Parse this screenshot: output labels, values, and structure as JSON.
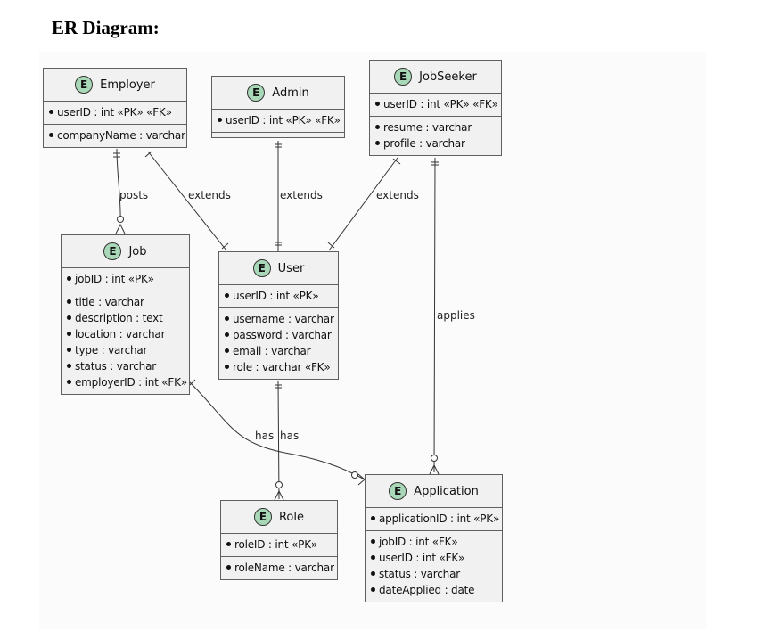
{
  "heading": "ER Diagram:",
  "entities": {
    "employer": {
      "badge": "E",
      "name": "Employer",
      "keys": [
        "userID : int «PK» «FK»"
      ],
      "attrs": [
        "companyName : varchar"
      ]
    },
    "admin": {
      "badge": "E",
      "name": "Admin",
      "keys": [
        "userID : int «PK» «FK»"
      ],
      "attrs": []
    },
    "jobseeker": {
      "badge": "E",
      "name": "JobSeeker",
      "keys": [
        "userID : int «PK» «FK»"
      ],
      "attrs": [
        "resume : varchar",
        "profile : varchar"
      ]
    },
    "job": {
      "badge": "E",
      "name": "Job",
      "keys": [
        "jobID : int «PK»"
      ],
      "attrs": [
        "title : varchar",
        "description : text",
        "location : varchar",
        "type : varchar",
        "status : varchar",
        "employerID : int «FK»"
      ]
    },
    "user": {
      "badge": "E",
      "name": "User",
      "keys": [
        "userID : int «PK»"
      ],
      "attrs": [
        "username : varchar",
        "password : varchar",
        "email : varchar",
        "role : varchar «FK»"
      ]
    },
    "role": {
      "badge": "E",
      "name": "Role",
      "keys": [
        "roleID : int «PK»"
      ],
      "attrs": [
        "roleName : varchar"
      ]
    },
    "application": {
      "badge": "E",
      "name": "Application",
      "keys": [
        "applicationID : int «PK»"
      ],
      "attrs": [
        "jobID : int «FK»",
        "userID : int «FK»",
        "status : varchar",
        "dateApplied : date"
      ]
    }
  },
  "relationships": {
    "posts": "posts",
    "employer_extends": "extends",
    "admin_extends": "extends",
    "jobseeker_extends": "extends",
    "applies": "applies",
    "job_has": "has",
    "user_has": "has"
  }
}
